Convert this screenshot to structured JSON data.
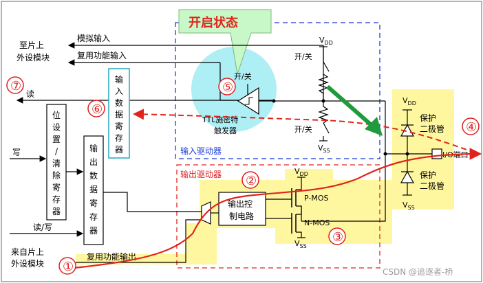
{
  "title": "开启状态",
  "left_labels": {
    "to_onchip": "至片上\n外设模块",
    "from_onchip": "来自片上\n外设模块",
    "read": "读",
    "write": "写",
    "read_write": "读/写"
  },
  "signals": {
    "analog_in": "模拟输入",
    "alt_func_in": "复用功能输入",
    "alt_func_out": "复用功能输出"
  },
  "blocks": {
    "bsrr": [
      "位",
      "设",
      "置",
      "/",
      "清",
      "除",
      "寄",
      "存",
      "器"
    ],
    "odr": [
      "输",
      "出",
      "数",
      "据",
      "寄",
      "存",
      "器"
    ],
    "idr": [
      "输",
      "入",
      "数",
      "据",
      "寄",
      "存",
      "器"
    ],
    "output_ctrl": [
      "输出控",
      "制电路"
    ],
    "ttl": [
      "TTL施密特",
      "触发器"
    ]
  },
  "regions": {
    "input_driver": "输入驱动器",
    "output_driver": "输出驱动器"
  },
  "power": {
    "vdd": "V",
    "vdd_sub": "DD",
    "vss": "V",
    "vss_sub": "SS"
  },
  "switches": {
    "on_off": "开/关"
  },
  "transistors": {
    "pmos": "P-MOS",
    "nmos": "N-MOS"
  },
  "protection": {
    "diode_label": [
      "保护",
      "二极管"
    ]
  },
  "io_pin": "I/O端口",
  "markers": [
    "①",
    "②",
    "③",
    "④",
    "⑤",
    "⑥",
    "⑦"
  ],
  "watermark": "CSDN @追逐者-桥",
  "colors": {
    "yellow": "#fff7a0",
    "red": "#e0241c",
    "blue": "#1a3bd8",
    "green": "#1f9a3c",
    "cyan": "#aeeef5",
    "title_bg": "#c8f7c8"
  }
}
